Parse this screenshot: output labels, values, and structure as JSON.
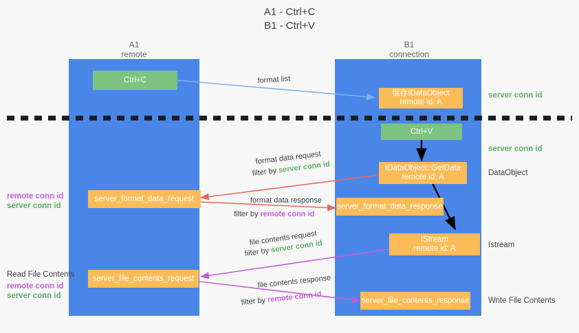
{
  "title": {
    "line1": "A1 - Ctrl+C",
    "line2": "B1 - Ctrl+V"
  },
  "columns": [
    {
      "name": "A1",
      "sub": "remote"
    },
    {
      "name": "B1",
      "sub": "connection"
    }
  ],
  "nodes": {
    "ctrl_c": "Ctrl+C",
    "ctrl_v": "Ctrl+V",
    "save_dataobject_l1": "保存IDataObject",
    "save_dataobject_l2": "remote id: A",
    "getdata_l1": "IDataObject::GetData",
    "getdata_l2": "remote id: A",
    "istream_l1": "IStream",
    "istream_l2": "remote id: A",
    "server_format_data_request": "server_format_data_request",
    "server_format_data_response": "server_format_data_response",
    "server_file_contents_request": "server_file_contents_request",
    "server_file_contents_response": "server_file_contents_response"
  },
  "edges": {
    "format_list": "format list",
    "format_data_request": "format data request",
    "format_data_request_filter_prefix": "filter by ",
    "format_data_request_filter_value": "server conn id",
    "format_data_response": "format data response",
    "format_data_response_filter_prefix": "filter by ",
    "format_data_response_filter_value": "remote conn id",
    "file_contents_request": "file contents request",
    "file_contents_request_filter_prefix": "filter by ",
    "file_contents_request_filter_value": "server conn id",
    "file_contents_response": "file contents response",
    "file_contents_response_filter_prefix": "filter by ",
    "file_contents_response_filter_value": "remote conn id"
  },
  "annotations": {
    "right_server_conn_id_top": "server conn id",
    "right_server_conn_id_mid": "server conn id",
    "right_dataobject": "DataObject",
    "right_istream": "Istream",
    "right_write_file_contents": "Write File Contents",
    "left_remote_conn_id_1": "remote conn id",
    "left_server_conn_id_1": "server conn id",
    "left_read_file_contents": "Read File Contents",
    "left_remote_conn_id_2": "remote conn id",
    "left_server_conn_id_2": "server conn id"
  },
  "colors": {
    "lane": "#4a86e8",
    "orange": "#fbbc58",
    "green_box": "#7cc47f",
    "green_text": "#5fae63",
    "purple_text": "#c35ed4",
    "blue_arrow": "#7fb3e8",
    "red_arrow": "#e8675c",
    "magenta_arrow": "#c35ed4",
    "black_arrow": "#000000",
    "background": "#f7f7f7"
  }
}
